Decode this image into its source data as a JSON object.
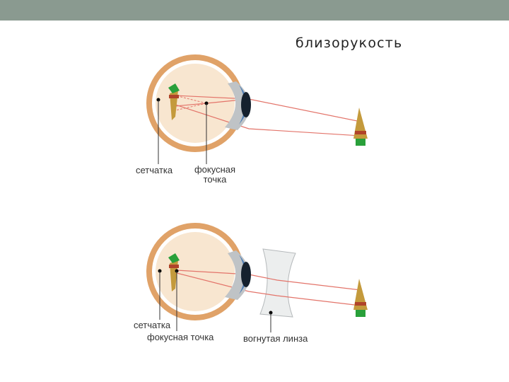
{
  "slide": {
    "title": "близорукость",
    "colors": {
      "top_bar": "#8a9a90",
      "eye_ring": "#e0a268",
      "eye_inner": "#f8e6d0",
      "cornea": "#bfc3c6",
      "iris": "#4f7fb6",
      "pupil": "#15212e",
      "rays": "#e3746a",
      "object_body": "#c49a3c",
      "object_band": "#b0432a",
      "object_base": "#29a03a",
      "concave_lens": "#eceeee"
    }
  },
  "diagram_top": {
    "label_retina": "сетчатка",
    "label_focal_point_line1": "фокусная",
    "label_focal_point_line2": "точка"
  },
  "diagram_bottom": {
    "label_retina": "сетчатка",
    "label_focal_point": "фокусная точка",
    "label_concave_lens": "вогнутая линза"
  }
}
